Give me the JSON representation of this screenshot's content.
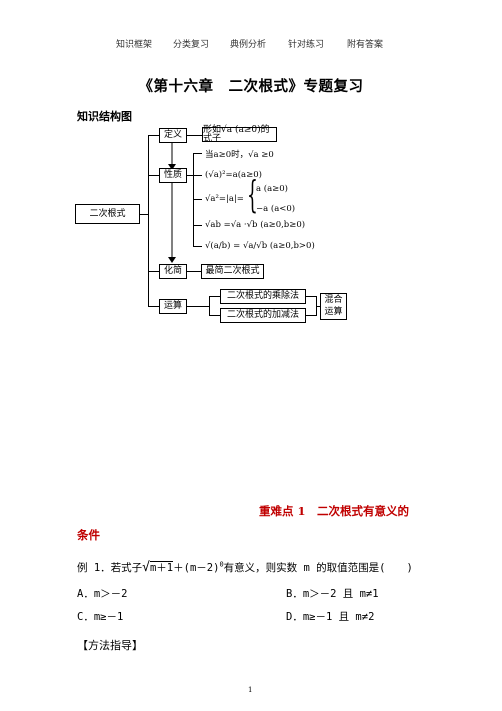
{
  "nav": [
    "知识框架",
    "分类复习",
    "典例分析",
    "针对练习",
    "附有答案"
  ],
  "title": "《第十六章　二次根式》专题复习",
  "section_title": "知识结构图",
  "diagram": {
    "root": "二次根式",
    "definition_label": "定义",
    "definition_content": "形如√a (a≥0)的式子",
    "property_label": "性质",
    "props": [
      "当a≥0时，√a ≥0",
      "(√a)²=a(a≥0)",
      "√a²=|a|=",
      "a (a≥0)",
      "−a (a<0)",
      "√ab =√a ·√b  (a≥0,b≥0)",
      "√(a/b) = √a/√b  (a≥0,b>0)"
    ],
    "simplify_label": "化简",
    "simplify_content": "最简二次根式",
    "operation_label": "运算",
    "op_mul": "二次根式的乘除法",
    "op_add": "二次根式的加减法",
    "mixed_1": "混合",
    "mixed_2": "运算"
  },
  "difficulty": {
    "line1": "重难点 1　二次根式有意义的",
    "line2": "条件"
  },
  "example": {
    "prefix": "例 1．若式子",
    "radicand": "m＋1",
    "middle": "＋(m－2)",
    "exponent": "0",
    "suffix": "有意义，则实数 m 的取值范围是(　　)",
    "options": [
      "A．m＞－2",
      "B．m＞－2 且 m≠1",
      "C．m≥－1",
      "D．m≥－1 且 m≠2"
    ]
  },
  "method_heading": "【方法指导】",
  "page_number": "1"
}
